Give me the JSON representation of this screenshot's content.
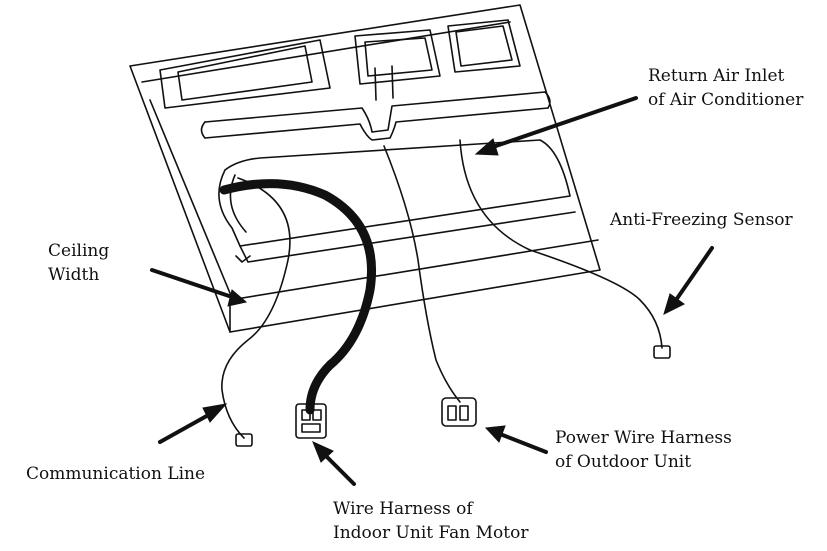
{
  "labels": {
    "return_air_inlet": [
      "Return Air Inlet",
      "of Air Conditioner"
    ],
    "anti_freezing_sensor": "Anti-Freezing Sensor",
    "ceiling_width": [
      "Ceiling",
      "Width"
    ],
    "communication_line": "Communication Line",
    "power_wire_harness": [
      "Power Wire Harness",
      "of Outdoor Unit"
    ],
    "fan_motor_harness": [
      "Wire Harness of",
      "Indoor Unit Fan Motor"
    ]
  },
  "colors": {
    "ink": "#111111",
    "background": "#ffffff"
  }
}
